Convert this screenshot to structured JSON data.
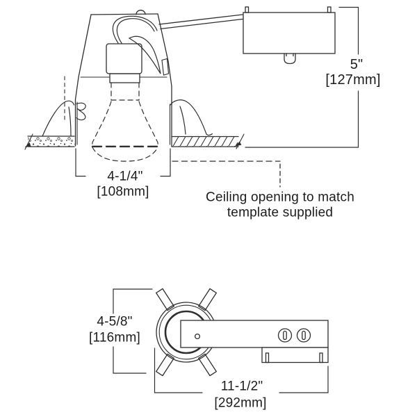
{
  "drawing": {
    "side_view": {
      "height_dimension": {
        "inches": "5\"",
        "metric": "[127mm]"
      },
      "opening_dimension": {
        "inches": "4-1/4\"",
        "metric": "[108mm]"
      },
      "ceiling_note_line1": "Ceiling opening to match",
      "ceiling_note_line2": "template supplied"
    },
    "top_view": {
      "height_dimension": {
        "inches": "4-5/8\"",
        "metric": "[116mm]"
      },
      "length_dimension": {
        "inches": "11-1/2\"",
        "metric": "[292mm]"
      }
    },
    "colors": {
      "background": "#ffffff",
      "line": "#2e2e2e",
      "text": "#1c1c1c"
    }
  }
}
